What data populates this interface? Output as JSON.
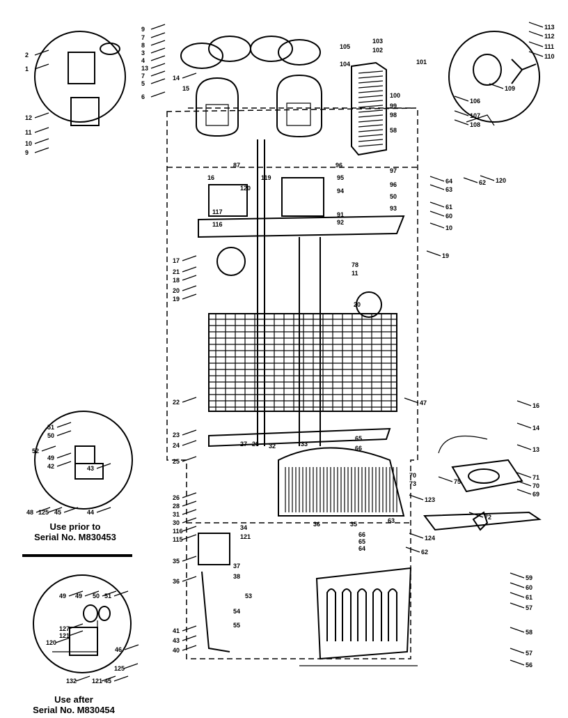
{
  "diagram": {
    "insets": {
      "prior": {
        "caption_line1": "Use prior to",
        "caption_line2": "Serial No. M830453",
        "callouts": [
          "51",
          "50",
          "52",
          "49",
          "42",
          "43",
          "48",
          "125",
          "45",
          "44"
        ]
      },
      "after": {
        "caption_line1": "Use after",
        "caption_line2": "Serial No. M830454",
        "callouts": [
          "49",
          "49",
          "50",
          "51",
          "120",
          "127",
          "121",
          "132",
          "121",
          "45",
          "125",
          "46"
        ]
      },
      "relay": {
        "callouts": [
          "2",
          "1",
          "12",
          "11",
          "10",
          "9",
          "9",
          "7",
          "8",
          "3",
          "4",
          "13",
          "7",
          "5",
          "6"
        ]
      },
      "fan_motor": {
        "callouts": [
          "113",
          "112",
          "111",
          "110",
          "109",
          "106",
          "107",
          "108"
        ]
      }
    },
    "callouts": [
      "14",
      "15",
      "105",
      "103",
      "102",
      "101",
      "104",
      "100",
      "99",
      "98",
      "58",
      "87",
      "96",
      "95",
      "94",
      "97",
      "96",
      "16",
      "120",
      "119",
      "117",
      "116",
      "50",
      "93",
      "91",
      "92",
      "64",
      "63",
      "62",
      "120",
      "61",
      "60",
      "10",
      "78",
      "11",
      "19",
      "20",
      "17",
      "21",
      "18",
      "20",
      "19",
      "22",
      "23",
      "24",
      "25",
      "47",
      "16",
      "14",
      "13",
      "75",
      "71",
      "70",
      "69",
      "72",
      "27",
      "26",
      "32",
      "33",
      "65",
      "66",
      "26",
      "28",
      "31",
      "30",
      "116",
      "115",
      "35",
      "36",
      "37",
      "38",
      "121",
      "34",
      "70",
      "73",
      "123",
      "124",
      "63",
      "62",
      "66",
      "65",
      "64",
      "35",
      "36",
      "53",
      "54",
      "55",
      "41",
      "43",
      "40",
      "59",
      "60",
      "61",
      "57",
      "58",
      "57",
      "56"
    ]
  }
}
